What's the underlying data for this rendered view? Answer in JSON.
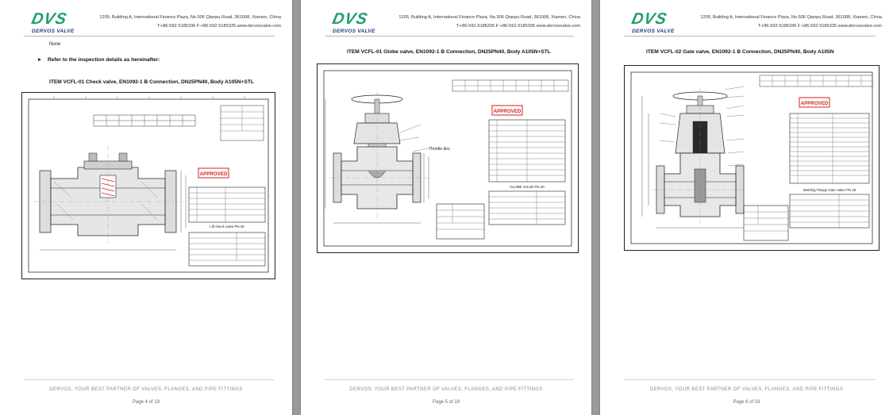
{
  "header": {
    "logo_mark": "DVS",
    "logo_sub": "DERVOS VALVE",
    "address_line1": "1205, Building A, International Finance Plaza, No.506 Qianpu Road, 361008, Xiamen, China",
    "address_line2": "T:+86-592-5185336  F:+86-592-5185335  www.dervosvalve.com"
  },
  "footer": {
    "slogan": "DERVOS, YOUR BEST PARTNER OF VALVES, FLANGES, AND PIPE FITTINGS"
  },
  "pages": [
    {
      "none_text": "None",
      "refer_text": "Refer to the inspection details as hereinafter:",
      "item_title": "ITEM VCFL-01   Check valve, EN1092-1 B Connection, DN25PN40, Body A105N+STL",
      "drawing_title": "Lift check valve  PN 40",
      "approved": "APPROVED",
      "page_number": "Page 4 of 19"
    },
    {
      "item_title": "ITEM VCFL-01   Globe valve, EN1092-1 B Connection, DN25PN40, Body A105N+STL",
      "drawing_title": "GLOBE VALVE PN 40",
      "callout": "Throttle disc",
      "approved": "APPROVED",
      "page_number": "Page 5 of 19"
    },
    {
      "item_title": "ITEM VCFL-02   Gate valve, EN1092-1 B Connection, DN25PN40, Body A105N",
      "drawing_title": "Welding Flange   Gate Valve PN 40",
      "approved": "APPROVED",
      "page_number": "Page 6 of 19"
    }
  ],
  "colors": {
    "logo_green": "#1f9e6e",
    "logo_blue": "#1d3d7a",
    "approved_red": "#d42020"
  }
}
